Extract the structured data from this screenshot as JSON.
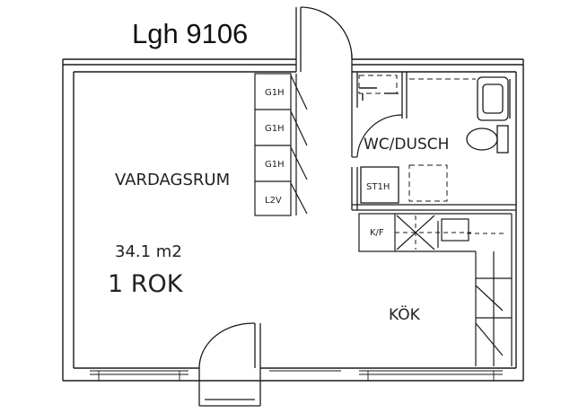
{
  "plan": {
    "title": "Lgh 9106",
    "area": "34.1 m2",
    "type": "1 ROK",
    "rooms": {
      "living": "VARDAGSRUM",
      "bathroom": "WC/DUSCH",
      "kitchen": "KÖK"
    },
    "closets": [
      "G1H",
      "G1H",
      "G1H",
      "L2V"
    ],
    "bath_closet": "ST1H",
    "kitchen_unit": "K/F"
  }
}
